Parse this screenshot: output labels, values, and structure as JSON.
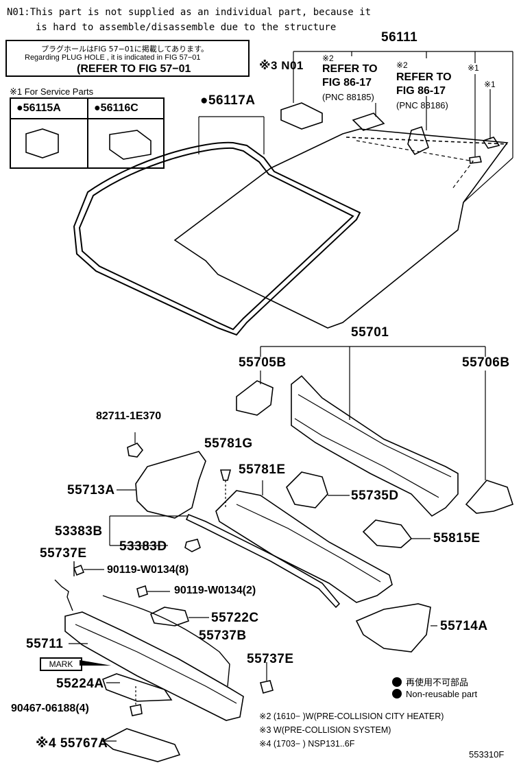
{
  "notes": {
    "n01_line1": "N01:This part is not supplied as an individual part,  because it",
    "n01_line2": "is hard to assemble/disassemble due to the structure"
  },
  "refbox": {
    "jp": "プラグホールはFIG 57−01に掲載してあります。",
    "en": "Regarding  PLUG HOLE , it is indicated in FIG  57−01",
    "ref": "(REFER TO FIG 57−01"
  },
  "service": {
    "title": "※1 For Service Parts",
    "col1": "●56115A",
    "col2": "●56116C"
  },
  "parts": {
    "p56111": "56111",
    "p56117A": "●56117A",
    "n01": "※3 N01",
    "ref1_mark": "※2",
    "ref1_l1": "REFER TO",
    "ref1_l2": "FIG 86-17",
    "ref1_l3": "(PNC 88185)",
    "ref2_mark": "※2",
    "ref2_l1": "REFER TO",
    "ref2_l2": "FIG 86-17",
    "ref2_l3": "(PNC 88186)",
    "x1a": "※1",
    "x1b": "※1",
    "p55701": "55701",
    "p55705B": "55705B",
    "p55706B": "55706B",
    "p82711": "82711-1E370",
    "p55781G": "55781G",
    "p55781E": "55781E",
    "p55713A": "55713A",
    "p55735D": "55735D",
    "p53383B": "53383B",
    "p53383D": "53383D",
    "p55815E": "55815E",
    "p55737E_a": "55737E",
    "p90119a": "90119-W0134(8)",
    "p90119b": "90119-W0134(2)",
    "p55722C": "55722C",
    "p55714A": "55714A",
    "p55711": "55711",
    "p55737B": "55737B",
    "mark": "MARK",
    "p55737E_b": "55737E",
    "p55224A": "55224A",
    "p90467": "90467-06188(4)",
    "p55767A": "※4 55767A"
  },
  "legend": {
    "jp": "再使用不可部品",
    "en": "Non-reusable part"
  },
  "footnotes": {
    "f2": "※2 (1610−        )W(PRE-COLLISION CITY HEATER)",
    "f3": "※3 W(PRE-COLLISION SYSTEM)",
    "f4": "※4 (1703−        ) NSP131..6F"
  },
  "figure_id": "553310F"
}
